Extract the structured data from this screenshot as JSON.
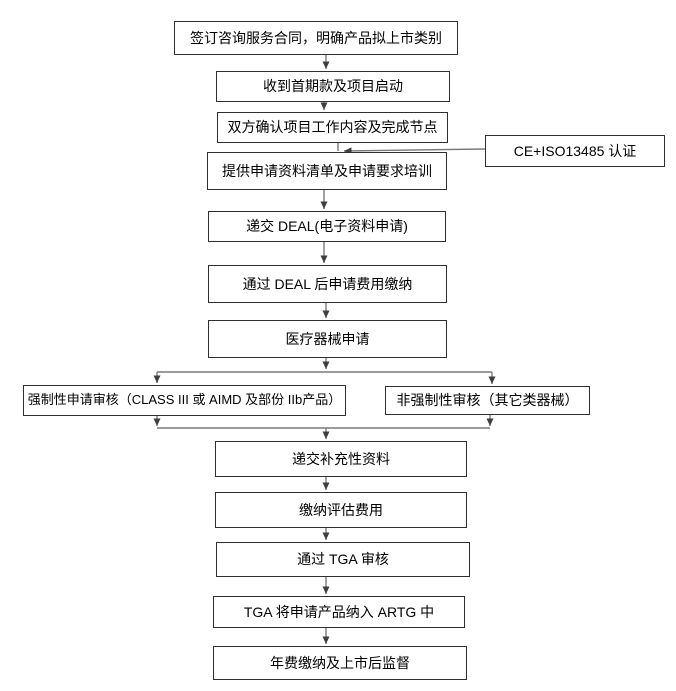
{
  "diagram": {
    "type": "flowchart",
    "colors": {
      "background": "#ffffff",
      "box_fill": "#ffffff",
      "box_border": "#2e2e2e",
      "text": "#000000",
      "connector_line": "#7a7a7a",
      "arrowhead": "#3f3f3f"
    },
    "nodes": {
      "sign_contract": {
        "label": "签订咨询服务合同，明确产品拟上市类别"
      },
      "receive_first_payment": {
        "label": "收到首期款及项目启动"
      },
      "confirm_scope": {
        "label": "双方确认项目工作内容及完成节点"
      },
      "provide_checklist_training": {
        "label": "提供申请资料清单及申请要求培训"
      },
      "submit_deal": {
        "label": "递交 DEAL(电子资料申请)"
      },
      "deal_fee_payment": {
        "label": "通过 DEAL 后申请费用缴纳"
      },
      "device_application": {
        "label": "医疗器械申请"
      },
      "mandatory_review": {
        "label": "强制性申请审核（CLASS III 或 AIMD 及部份 IIb产品）"
      },
      "non_mandatory_review": {
        "label": "非强制性审核（其它类器械）"
      },
      "submit_supplementary": {
        "label": "递交补充性资料"
      },
      "pay_assessment_fee": {
        "label": "缴纳评估费用"
      },
      "pass_tga_review": {
        "label": "通过 TGA 审核"
      },
      "artg_inclusion": {
        "label": "TGA 将申请产品纳入 ARTG 中"
      },
      "annual_fee_surveillance": {
        "label": "年费缴纳及上市后监督"
      },
      "ce_iso_certification": {
        "label": "CE+ISO13485 认证"
      }
    }
  }
}
